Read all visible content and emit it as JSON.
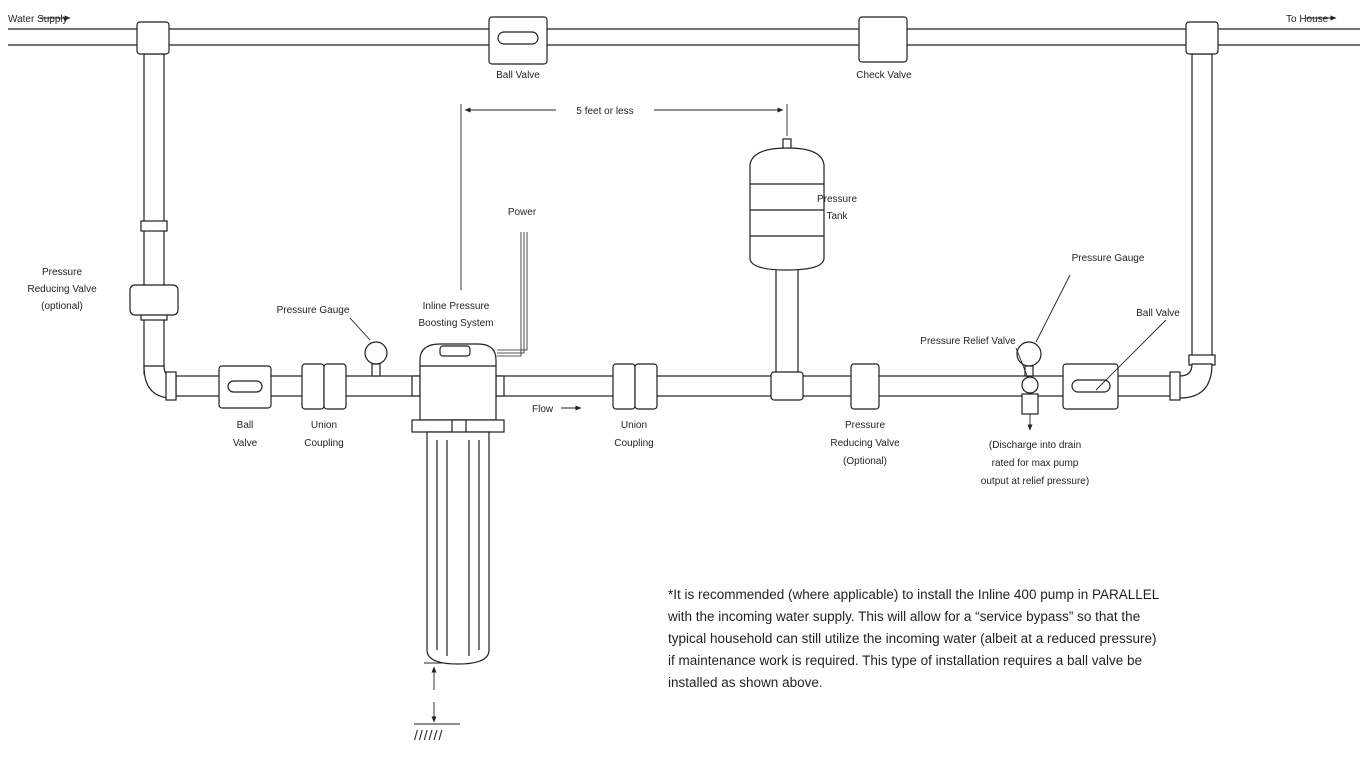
{
  "labels": {
    "water_supply": "Water Supply",
    "to_house": "To House",
    "ball_valve_top": "Ball Valve",
    "check_valve": "Check Valve",
    "distance": "5 feet or less",
    "power": "Power",
    "pressure_tank": [
      "Pressure",
      "Tank"
    ],
    "prv_left": [
      "Pressure",
      "Reducing Valve",
      "(optional)"
    ],
    "pressure_gauge_left": "Pressure Gauge",
    "inline_system": [
      "Inline Pressure",
      "Boosting System"
    ],
    "pressure_gauge_right": "Pressure Gauge",
    "ball_valve_right": "Ball Valve",
    "relief_valve": "Pressure Relief Valve",
    "ball_valve_left": [
      "Ball",
      "Valve"
    ],
    "union_left": [
      "Union",
      "Coupling"
    ],
    "flow": "Flow",
    "union_mid": [
      "Union",
      "Coupling"
    ],
    "prv_right": [
      "Pressure",
      "Reducing Valve",
      "(Optional)"
    ],
    "discharge": [
      "(Discharge into drain",
      "rated for max pump",
      "output at relief pressure)"
    ],
    "ground_hatch": "//////"
  },
  "note": [
    "*It is recommended (where applicable) to install the Inline 400 pump in PARALLEL",
    "with the incoming water supply.  This will allow for a “service bypass” so that the",
    "typical household can still utilize the incoming water (albeit at a reduced pressure)",
    "if maintenance work is required.  This type of installation requires a ball valve be",
    "installed as shown above."
  ]
}
